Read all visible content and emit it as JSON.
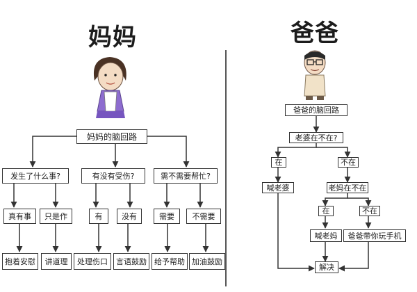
{
  "mom": {
    "title": "妈妈",
    "root": "妈妈的脑回路",
    "questions": [
      "发生了什么事?",
      "有没有受伤?",
      "需不需要帮忙?"
    ],
    "answers": [
      "真有事",
      "只是作",
      "有",
      "没有",
      "需要",
      "不需要"
    ],
    "actions": [
      "抱着安慰",
      "讲道理",
      "处理伤口",
      "言语鼓励",
      "给予帮助",
      "加油鼓励"
    ]
  },
  "dad": {
    "title": "爸爸",
    "root": "爸爸的脑回路",
    "q1": "老婆在不在?",
    "q1_yes": "在",
    "q1_no": "不在",
    "call_wife": "喊老婆",
    "q2": "老妈在不在",
    "q2_yes": "在",
    "q2_no": "不在",
    "call_mom": "喊老妈",
    "dad_play": "爸爸带你玩手机",
    "result": "解决"
  }
}
